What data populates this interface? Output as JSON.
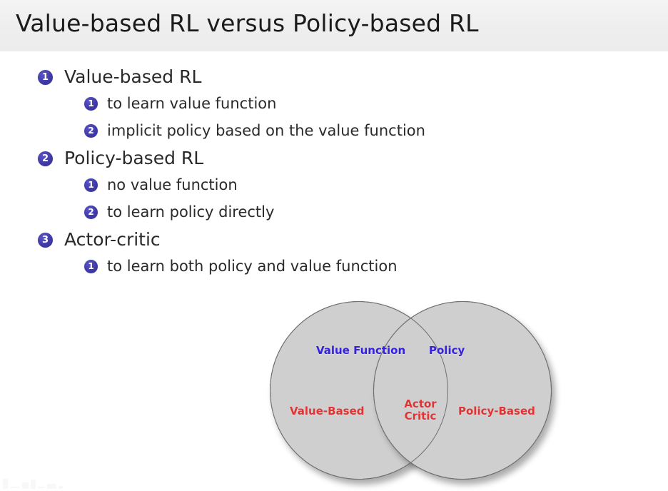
{
  "slide": {
    "title": "Value-based RL versus Policy-based RL"
  },
  "outline": {
    "items": [
      {
        "number": "1",
        "label": "Value-based RL",
        "children": [
          {
            "number": "1",
            "label": "to learn value function"
          },
          {
            "number": "2",
            "label": "implicit policy based on the value function"
          }
        ]
      },
      {
        "number": "2",
        "label": "Policy-based RL",
        "children": [
          {
            "number": "1",
            "label": "no value function"
          },
          {
            "number": "2",
            "label": "to learn policy directly"
          }
        ]
      },
      {
        "number": "3",
        "label": "Actor-critic",
        "children": [
          {
            "number": "1",
            "label": "to learn both policy and value function"
          }
        ]
      }
    ]
  },
  "venn": {
    "left_top_label": "Value Function",
    "right_top_label": "Policy",
    "left_label": "Value-Based",
    "center_label_line1": "Actor",
    "center_label_line2": "Critic",
    "right_label": "Policy-Based"
  },
  "colors": {
    "title_bar": "#efefef",
    "badge_blue": "#403aa8",
    "venn_fill": "#cfcfcf",
    "venn_stroke": "#6f6f6f",
    "label_blue": "#3420dd",
    "label_red": "#e03434",
    "body_text": "#2a2a2a"
  }
}
